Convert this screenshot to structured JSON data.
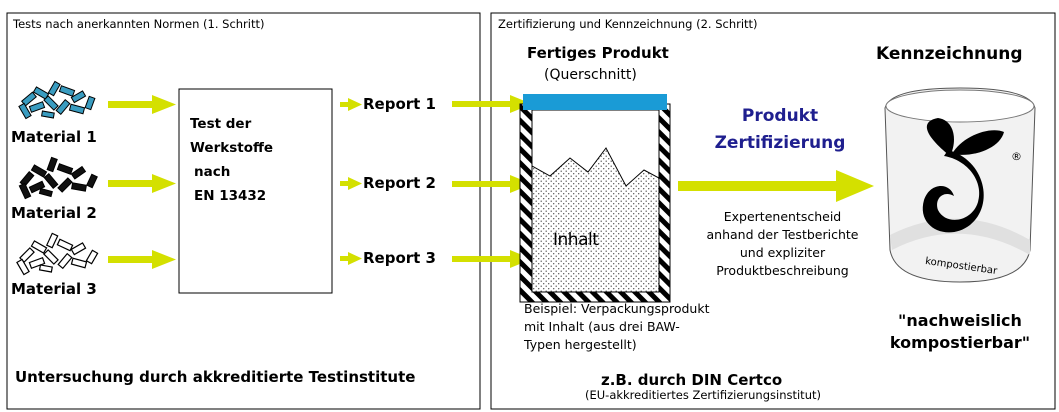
{
  "colors": {
    "arrow": "#d4e000",
    "cover": "#1a9bd6",
    "material1": "#2f8fb0",
    "title_blue": "#1f1f8f"
  },
  "step1": {
    "title": "Tests nach anerkannten Normen (1. Schritt)",
    "materials": [
      "Material 1",
      "Material 2",
      "Material 3"
    ],
    "test_lines": [
      "Test der",
      "Werkstoffe",
      "nach",
      "EN 13432"
    ],
    "reports": [
      "Report 1",
      "Report 2",
      "Report 3"
    ],
    "footer": "Untersuchung durch akkreditierte Testinstitute"
  },
  "step2": {
    "title": "Zertifizierung und Kennzeichnung (2. Schritt)",
    "product_title": "Fertiges Produkt",
    "product_sub": "(Querschnitt)",
    "content_label": "Inhalt",
    "certification_lines": [
      "Produkt",
      "Zertifizierung"
    ],
    "decision_lines": [
      "Expertenentscheid",
      "anhand der Testberichte",
      "und expliziter",
      "Produktbeschreibung"
    ],
    "example_lines": [
      "Beispiel: Verpackungsprodukt",
      "mit Inhalt (aus drei BAW-",
      "Typen hergestellt)"
    ],
    "label_title": "Kennzeichnung",
    "logo_text": "kompostierbar",
    "registered_mark": "®",
    "claim_lines": [
      "\"nachweislich",
      "kompostierbar\""
    ],
    "certifier": "z.B. durch DIN Certco",
    "certifier_sub": "(EU-akkreditiertes Zertifizierungsinstitut)"
  }
}
